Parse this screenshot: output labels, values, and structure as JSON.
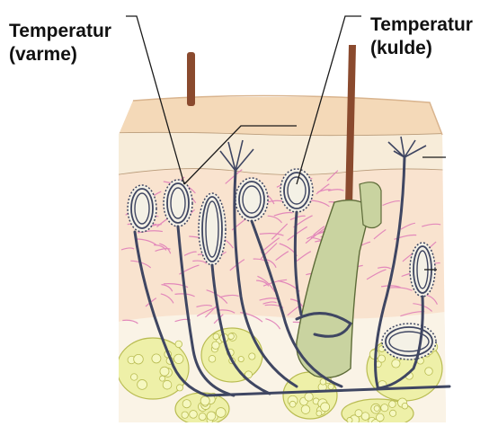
{
  "labels": {
    "warm_line1": "Temperatur",
    "warm_line2": "(varme)",
    "cold_line1": "Temperatur",
    "cold_line2": "(kulde)"
  },
  "colors": {
    "epidermis": "#f4d9b8",
    "epidermis_edge": "#d9b48e",
    "granular_layer": "#f7ecd9",
    "dermis": "#f9e3cf",
    "collagen_fibers": "#e07fb8",
    "hypodermis": "#faf3e6",
    "fat_cell": "#eef0a8",
    "fat_cell_edge": "#b9bc52",
    "hair": "#8a4a2e",
    "hair_follicle": "#c9d3a0",
    "nerve_fiber": "#3f4662",
    "corpuscle_fill": "#f4f1e6",
    "leader_line": "#1a1a1a"
  },
  "icons": [
    "hair-shaft",
    "nerve-fiber",
    "meissner-corpuscle",
    "free-nerve-ending",
    "fat-cell"
  ]
}
